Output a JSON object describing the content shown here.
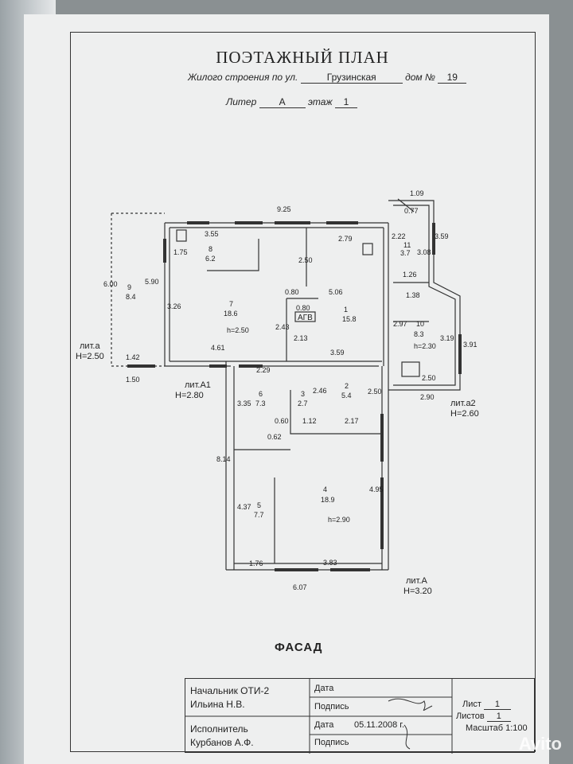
{
  "header": {
    "title": "ПОЭТАЖНЫЙ ПЛАН",
    "line1_prefix": "Жилого строения по ул.",
    "street": "Грузинская",
    "house_label": "дом №",
    "house_no": "19",
    "liter_label": "Литер",
    "liter": "А",
    "floor_label": "этаж",
    "floor": "1"
  },
  "plan": {
    "dims": [
      "9.25",
      "1.09",
      "0.77",
      "2.22",
      "3.08",
      "3.59",
      "3.55",
      "2.79",
      "11",
      "3.7",
      "1.75",
      "8",
      "6.2",
      "2.50",
      "6.00",
      "9",
      "8.4",
      "5.90",
      "0.80",
      "0.80",
      "АГВ",
      "5.06",
      "1.26",
      "1.38",
      "7",
      "18.6",
      "h=2.50",
      "3.26",
      "2.43",
      "2.13",
      "1",
      "15.8",
      "2.97",
      "10",
      "8.3",
      "h=2.30",
      "3.19",
      "3.91",
      "лит.а",
      "H=2.50",
      "1.42",
      "4.61",
      "3.59",
      "1.50",
      "2.29",
      "2.50",
      "2.90",
      "лит.А1",
      "H=2.80",
      "6",
      "7.3",
      "3",
      "2.7",
      "2.46",
      "2",
      "5.4",
      "2.50",
      "лит.а2",
      "H=2.60",
      "3.35",
      "0.60",
      "1.12",
      "2.17",
      "0.62",
      "8.14",
      "4",
      "18.9",
      "4.95",
      "5",
      "7.7",
      "4.37",
      "h=2.90",
      "1.76",
      "3.83",
      "6.07",
      "лит.А",
      "H=3.20"
    ]
  },
  "facade_label": "ФАСАД",
  "stamp": {
    "role1": "Начальник ОТИ-2",
    "name1": "Ильина Н.В.",
    "role2": "Исполнитель",
    "name2": "Курбанов А.Ф.",
    "date_label": "Дата",
    "sign_label": "Подпись",
    "date_value": "05.11.2008 г.",
    "sheet_label": "Лист",
    "sheet_value": "1",
    "sheets_label": "Листов",
    "sheets_value": "1",
    "scale_label": "Масштаб 1:100"
  },
  "watermark": "Avito"
}
